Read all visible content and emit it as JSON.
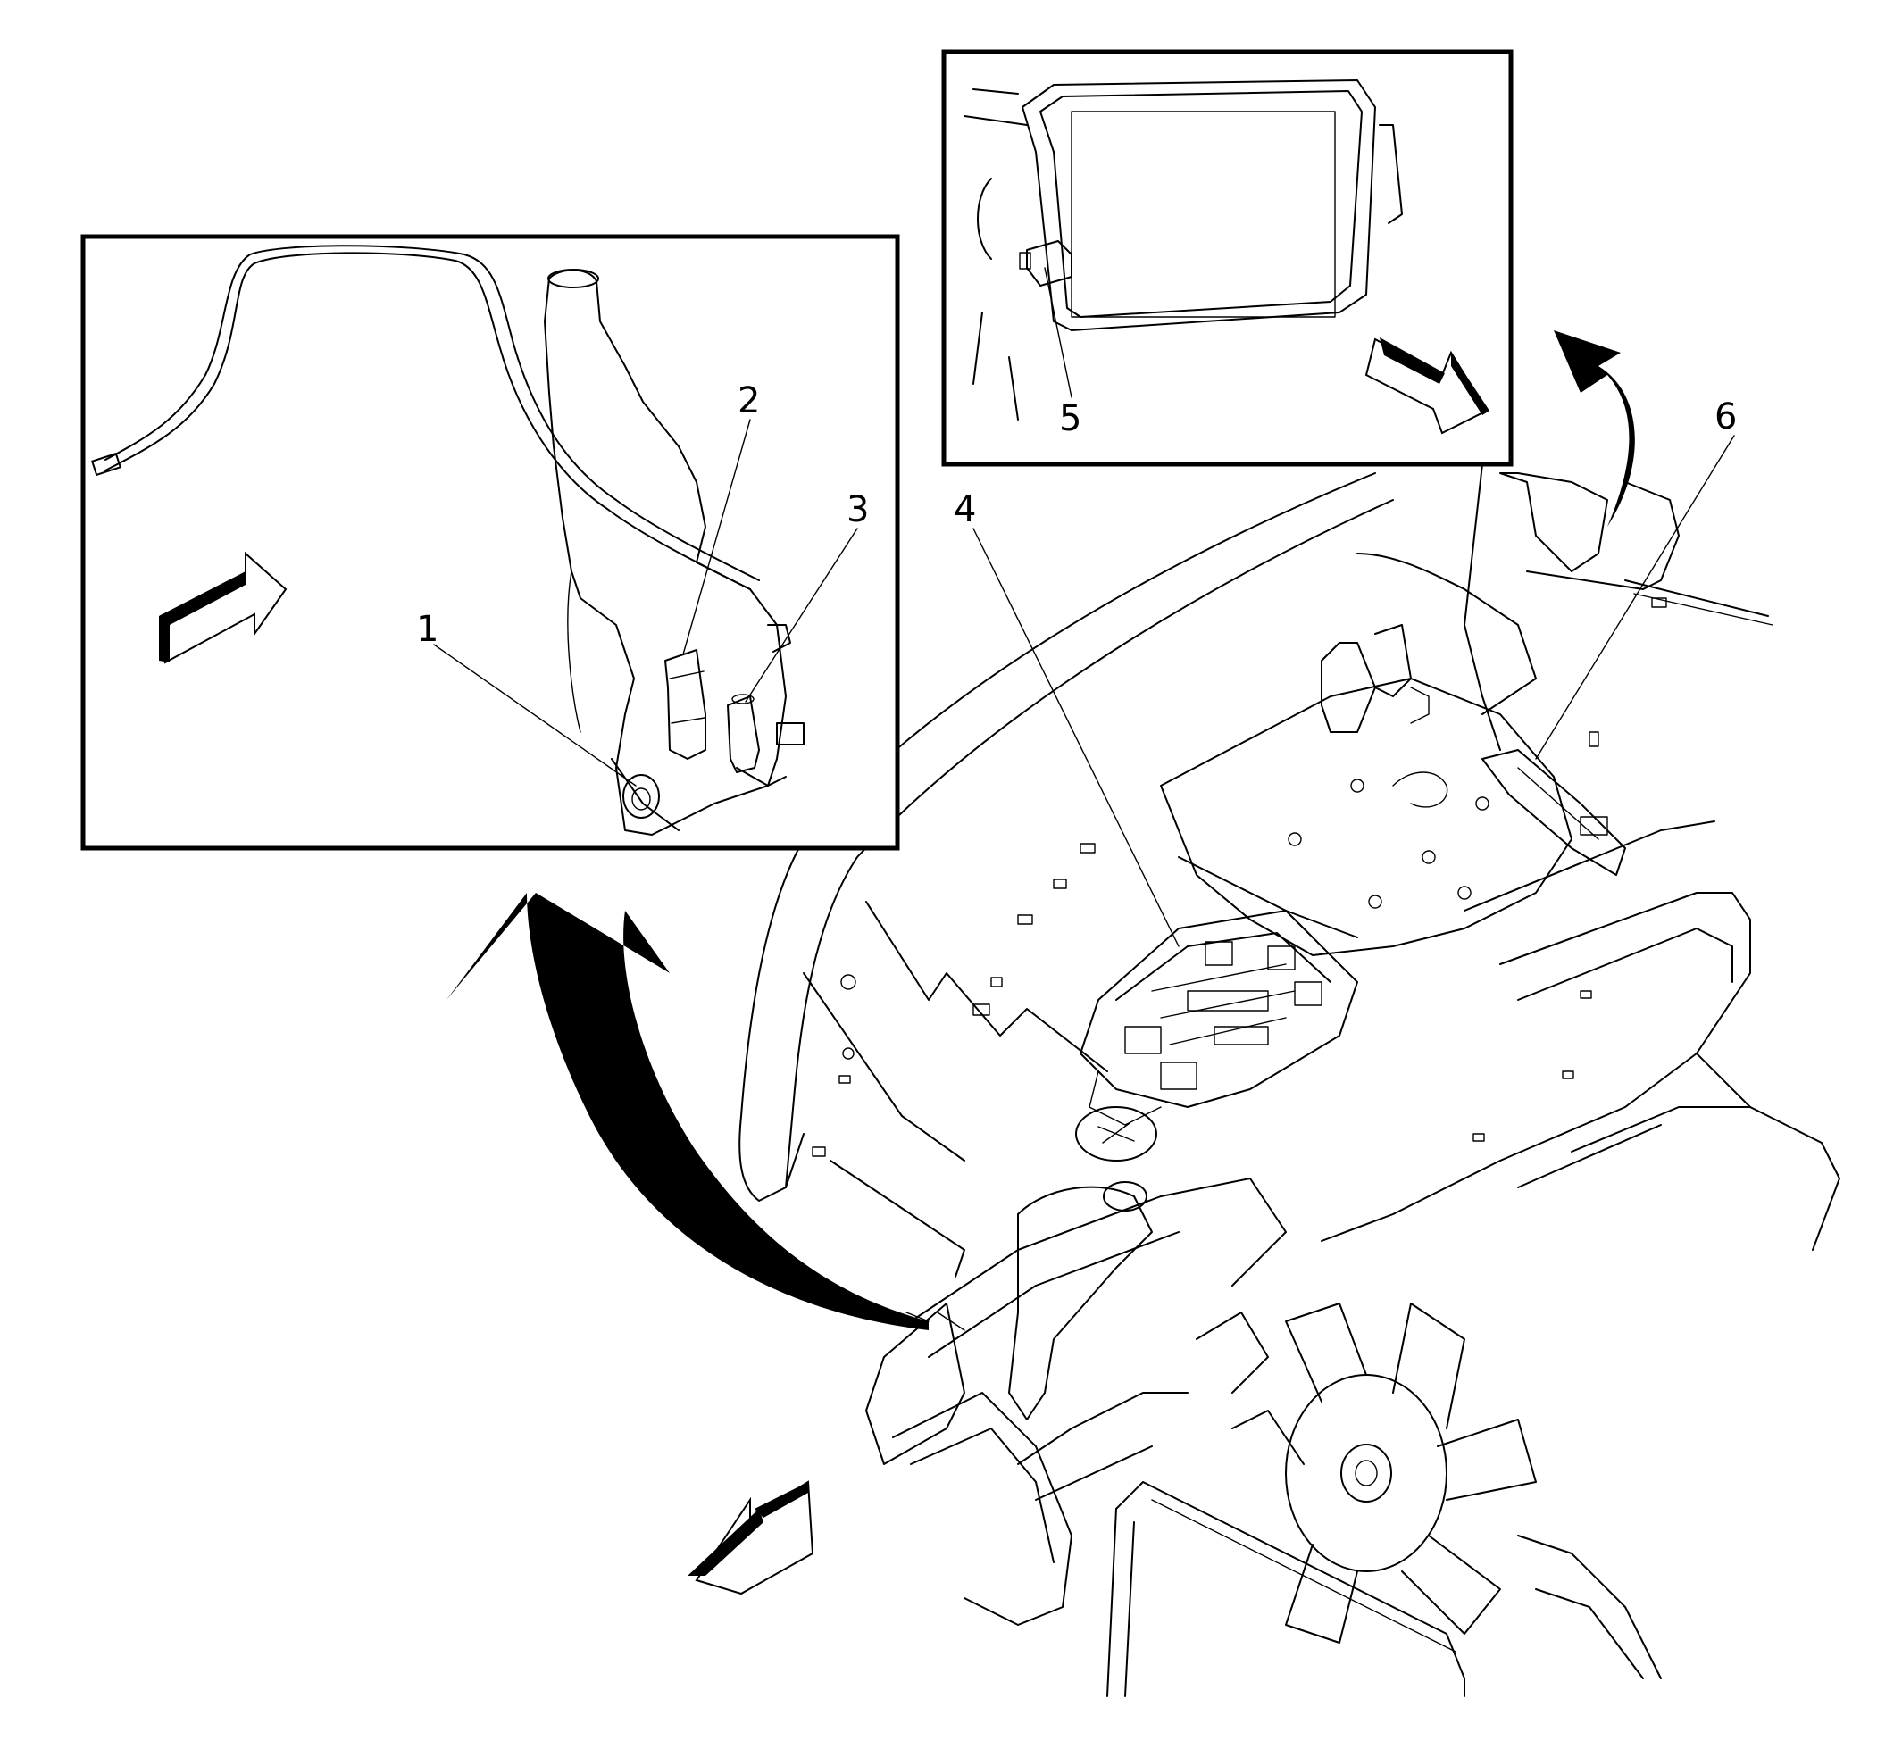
{
  "callouts": [
    {
      "id": "1",
      "label": "1"
    },
    {
      "id": "2",
      "label": "2"
    },
    {
      "id": "3",
      "label": "3"
    },
    {
      "id": "4",
      "label": "4"
    },
    {
      "id": "5",
      "label": "5"
    },
    {
      "id": "6",
      "label": "6"
    }
  ],
  "colors": {
    "ink": "#000000",
    "paper": "#ffffff"
  },
  "icons": {
    "view_arrow": "direction-arrow-icon",
    "callout_arrow": "curved-arrow-icon"
  }
}
